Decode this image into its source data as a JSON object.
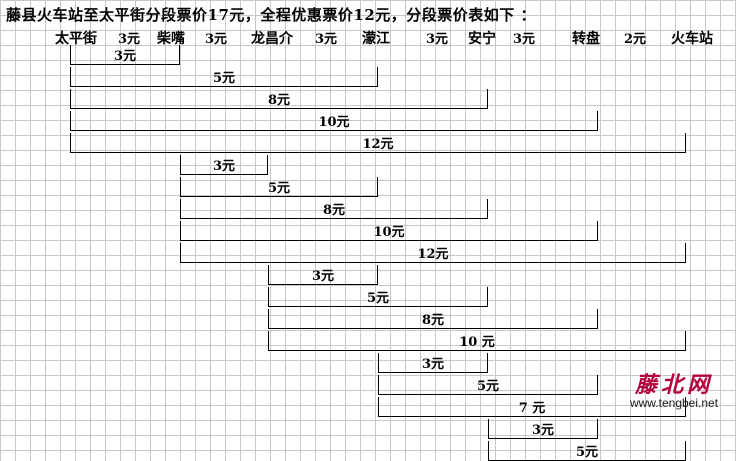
{
  "title": "藤县火车站至太平街分段票价17元，全程优惠票价12元，分段票价表如下 ：",
  "stations": [
    "太平街",
    "柴嘴",
    "龙昌介",
    "濛江",
    "安宁",
    "转盘",
    "火车站"
  ],
  "segment_prices": [
    "3元",
    "3元",
    "3元",
    "3元",
    "3元",
    "2元"
  ],
  "fares": [
    {
      "from": 0,
      "to": 1,
      "label": "3元"
    },
    {
      "from": 0,
      "to": 3,
      "label": "5元"
    },
    {
      "from": 0,
      "to": 4,
      "label": "8元"
    },
    {
      "from": 0,
      "to": 5,
      "label": "10元"
    },
    {
      "from": 0,
      "to": 6,
      "label": "12元"
    },
    {
      "from": 1,
      "to": 2,
      "label": "3元"
    },
    {
      "from": 1,
      "to": 3,
      "label": "5元"
    },
    {
      "from": 1,
      "to": 4,
      "label": "8元"
    },
    {
      "from": 1,
      "to": 5,
      "label": "10元"
    },
    {
      "from": 1,
      "to": 6,
      "label": "12元"
    },
    {
      "from": 2,
      "to": 3,
      "label": "3元"
    },
    {
      "from": 2,
      "to": 4,
      "label": "5元"
    },
    {
      "from": 2,
      "to": 5,
      "label": "8元"
    },
    {
      "from": 2,
      "to": 6,
      "label": "10 元"
    },
    {
      "from": 3,
      "to": 4,
      "label": "3元"
    },
    {
      "from": 3,
      "to": 5,
      "label": "5元"
    },
    {
      "from": 3,
      "to": 6,
      "label": "7 元"
    },
    {
      "from": 4,
      "to": 5,
      "label": "3元"
    },
    {
      "from": 4,
      "to": 6,
      "label": "5元"
    }
  ],
  "watermark": {
    "logo": "藤北网",
    "url": "www.tengbei.net"
  }
}
